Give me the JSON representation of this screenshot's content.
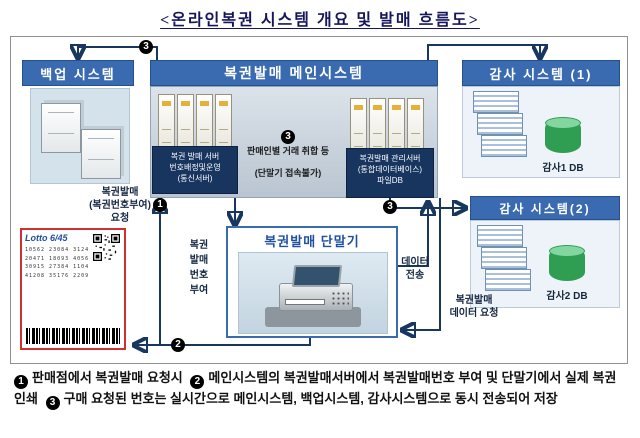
{
  "colors": {
    "header_blue": "#3a6bb0",
    "panel_navy": "#17355e",
    "arrow_navy": "#17375e",
    "db_green": "#2f9e52",
    "ticket_border_red": "#d03030"
  },
  "title": "<온라인복권 시스템 개요 및 발매 흐름도>",
  "backup": {
    "title": "백업 시스템"
  },
  "main_system": {
    "title": "복권발매 메인시스템",
    "sales_server_label": [
      "복권 발매 서버",
      "번호배정및운영",
      "(통신서버)"
    ],
    "center_note": [
      "판매인별 거래 취합 등",
      "(단말기 접속불가)"
    ],
    "admin_server_label": [
      "복권발매 관리서버",
      "(통합데이터베이스)",
      "파일DB"
    ]
  },
  "audit1": {
    "title": "감사 시스템 (1)",
    "db_label": "감사1 DB"
  },
  "audit2": {
    "title": "감사 시스템(2)",
    "db_label": "감사2 DB"
  },
  "terminal": {
    "title": "복권발매 단말기"
  },
  "ticket": {
    "brand": "Lotto 6/45",
    "rows": [
      "10562 23084 3124",
      "20471 18093 4056",
      "30915 27384 1104",
      "41208 35176 2209"
    ]
  },
  "flow_labels": {
    "request": [
      "복권발매",
      "(복권번호부여)",
      "요청"
    ],
    "assign": [
      "복권",
      "발매",
      "번호",
      "부여"
    ],
    "transfer": [
      "데이터",
      "전송"
    ],
    "data_request": [
      "복권발매",
      "데이터 요청"
    ]
  },
  "steps": {
    "one": "1",
    "two": "2",
    "three": "3"
  },
  "footnote": {
    "items": [
      {
        "num": "1",
        "text": "판매점에서 복권발매 요청시"
      },
      {
        "num": "2",
        "text": "메인시스템의 복권발매서버에서 복권발매번호 부여 및 단말기에서 실제 복권 인쇄"
      },
      {
        "num": "3",
        "text": "구매 요청된 번호는 실시간으로 메인시스템, 백업시스템, 감사시스템으로 동시 전송되어 저장"
      }
    ]
  }
}
